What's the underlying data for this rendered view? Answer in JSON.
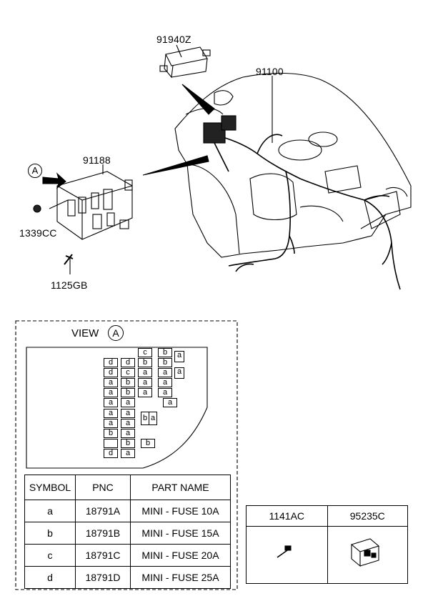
{
  "labels": {
    "p91940z": "91940Z",
    "p91100": "91100",
    "p91188": "91188",
    "p1339cc": "1339CC",
    "p1125gb": "1125GB",
    "view_a": "A"
  },
  "view": {
    "title": "VIEW",
    "circle": "A"
  },
  "fuses": [
    {
      "t": "c"
    },
    {
      "t": "b"
    },
    {
      "t": "a"
    },
    {
      "t": "d"
    },
    {
      "t": "d"
    },
    {
      "t": "b"
    },
    {
      "t": "b"
    },
    {
      "t": "d"
    },
    {
      "t": "c"
    },
    {
      "t": "a"
    },
    {
      "t": "a"
    },
    {
      "t": "a"
    },
    {
      "t": "a"
    },
    {
      "t": "b"
    },
    {
      "t": "a"
    },
    {
      "t": "a"
    },
    {
      "t": "a"
    },
    {
      "t": "b"
    },
    {
      "t": "a"
    },
    {
      "t": "a"
    },
    {
      "t": "a"
    },
    {
      "t": "a"
    },
    {
      "t": "a"
    },
    {
      "t": "a"
    },
    {
      "t": "a"
    },
    {
      "t": "b"
    },
    {
      "t": "a"
    },
    {
      "t": "a"
    },
    {
      "t": "a"
    },
    {
      "t": "b"
    },
    {
      "t": "a"
    },
    {
      "t": ""
    },
    {
      "t": "b"
    },
    {
      "t": "b"
    },
    {
      "t": "d"
    },
    {
      "t": "a"
    }
  ],
  "table": {
    "headers": [
      "SYMBOL",
      "PNC",
      "PART NAME"
    ],
    "rows": [
      [
        "a",
        "18791A",
        "MINI - FUSE 10A"
      ],
      [
        "b",
        "18791B",
        "MINI - FUSE 15A"
      ],
      [
        "c",
        "18791C",
        "MINI - FUSE 20A"
      ],
      [
        "d",
        "18791D",
        "MINI - FUSE 25A"
      ]
    ]
  },
  "small_table": {
    "headers": [
      "1141AC",
      "95235C"
    ]
  }
}
